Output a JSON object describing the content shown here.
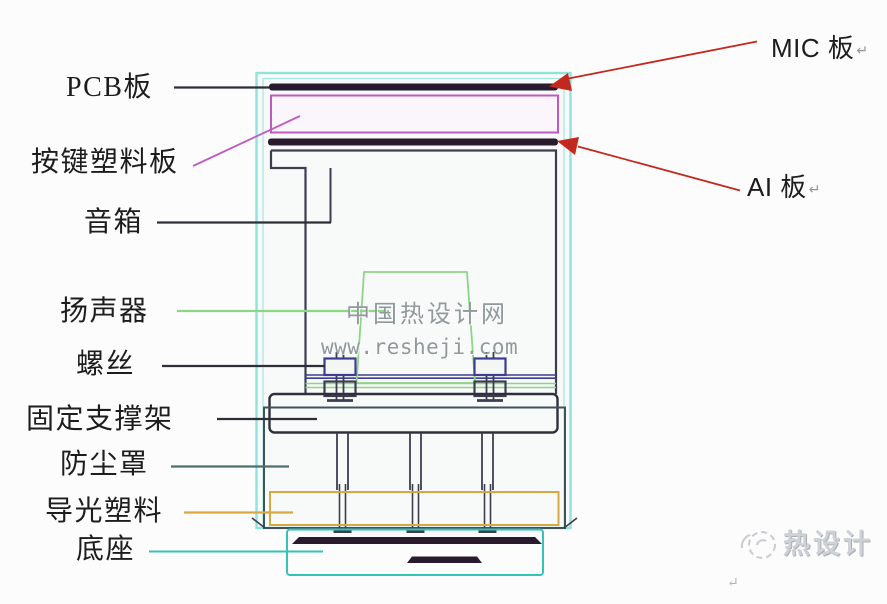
{
  "colors": {
    "cyan": "#8fe3db",
    "cyan-bright": "#35c2b9",
    "dark-bar": "#2a1a2e",
    "outline": "#3d3d4f",
    "dust-line": "#42525a",
    "magenta": "#c05ac0",
    "green": "#8fd487",
    "navy": "#3d3d93",
    "orange": "#d9a843",
    "teal-dark": "#4f6f6a",
    "red": "#c4271d",
    "label-text": "#1d1d1d",
    "watermark": "#90999b",
    "logo": "#ced1d5"
  },
  "left_labels": [
    {
      "id": "pcb-board",
      "text": "PCB板"
    },
    {
      "id": "button-plastic-panel",
      "text": "按键塑料板"
    },
    {
      "id": "speaker-enclosure",
      "text": "音箱"
    },
    {
      "id": "loudspeaker",
      "text": "扬声器"
    },
    {
      "id": "screw",
      "text": "螺丝"
    },
    {
      "id": "fixed-support-bracket",
      "text": "固定支撑架"
    },
    {
      "id": "dust-cover",
      "text": "防尘罩"
    },
    {
      "id": "light-guide-plastic",
      "text": "导光塑料"
    },
    {
      "id": "base",
      "text": "底座"
    }
  ],
  "right_labels": [
    {
      "id": "mic-board",
      "text": "MIC 板",
      "return_mark": "↵"
    },
    {
      "id": "ai-board",
      "text": "AI 板",
      "return_mark": "↵"
    }
  ],
  "watermark": {
    "site_name": "中国热设计网",
    "site_url": "www.resheji.com"
  },
  "footer_logo": {
    "text": "热设计"
  },
  "stray_return_mark": "↵"
}
